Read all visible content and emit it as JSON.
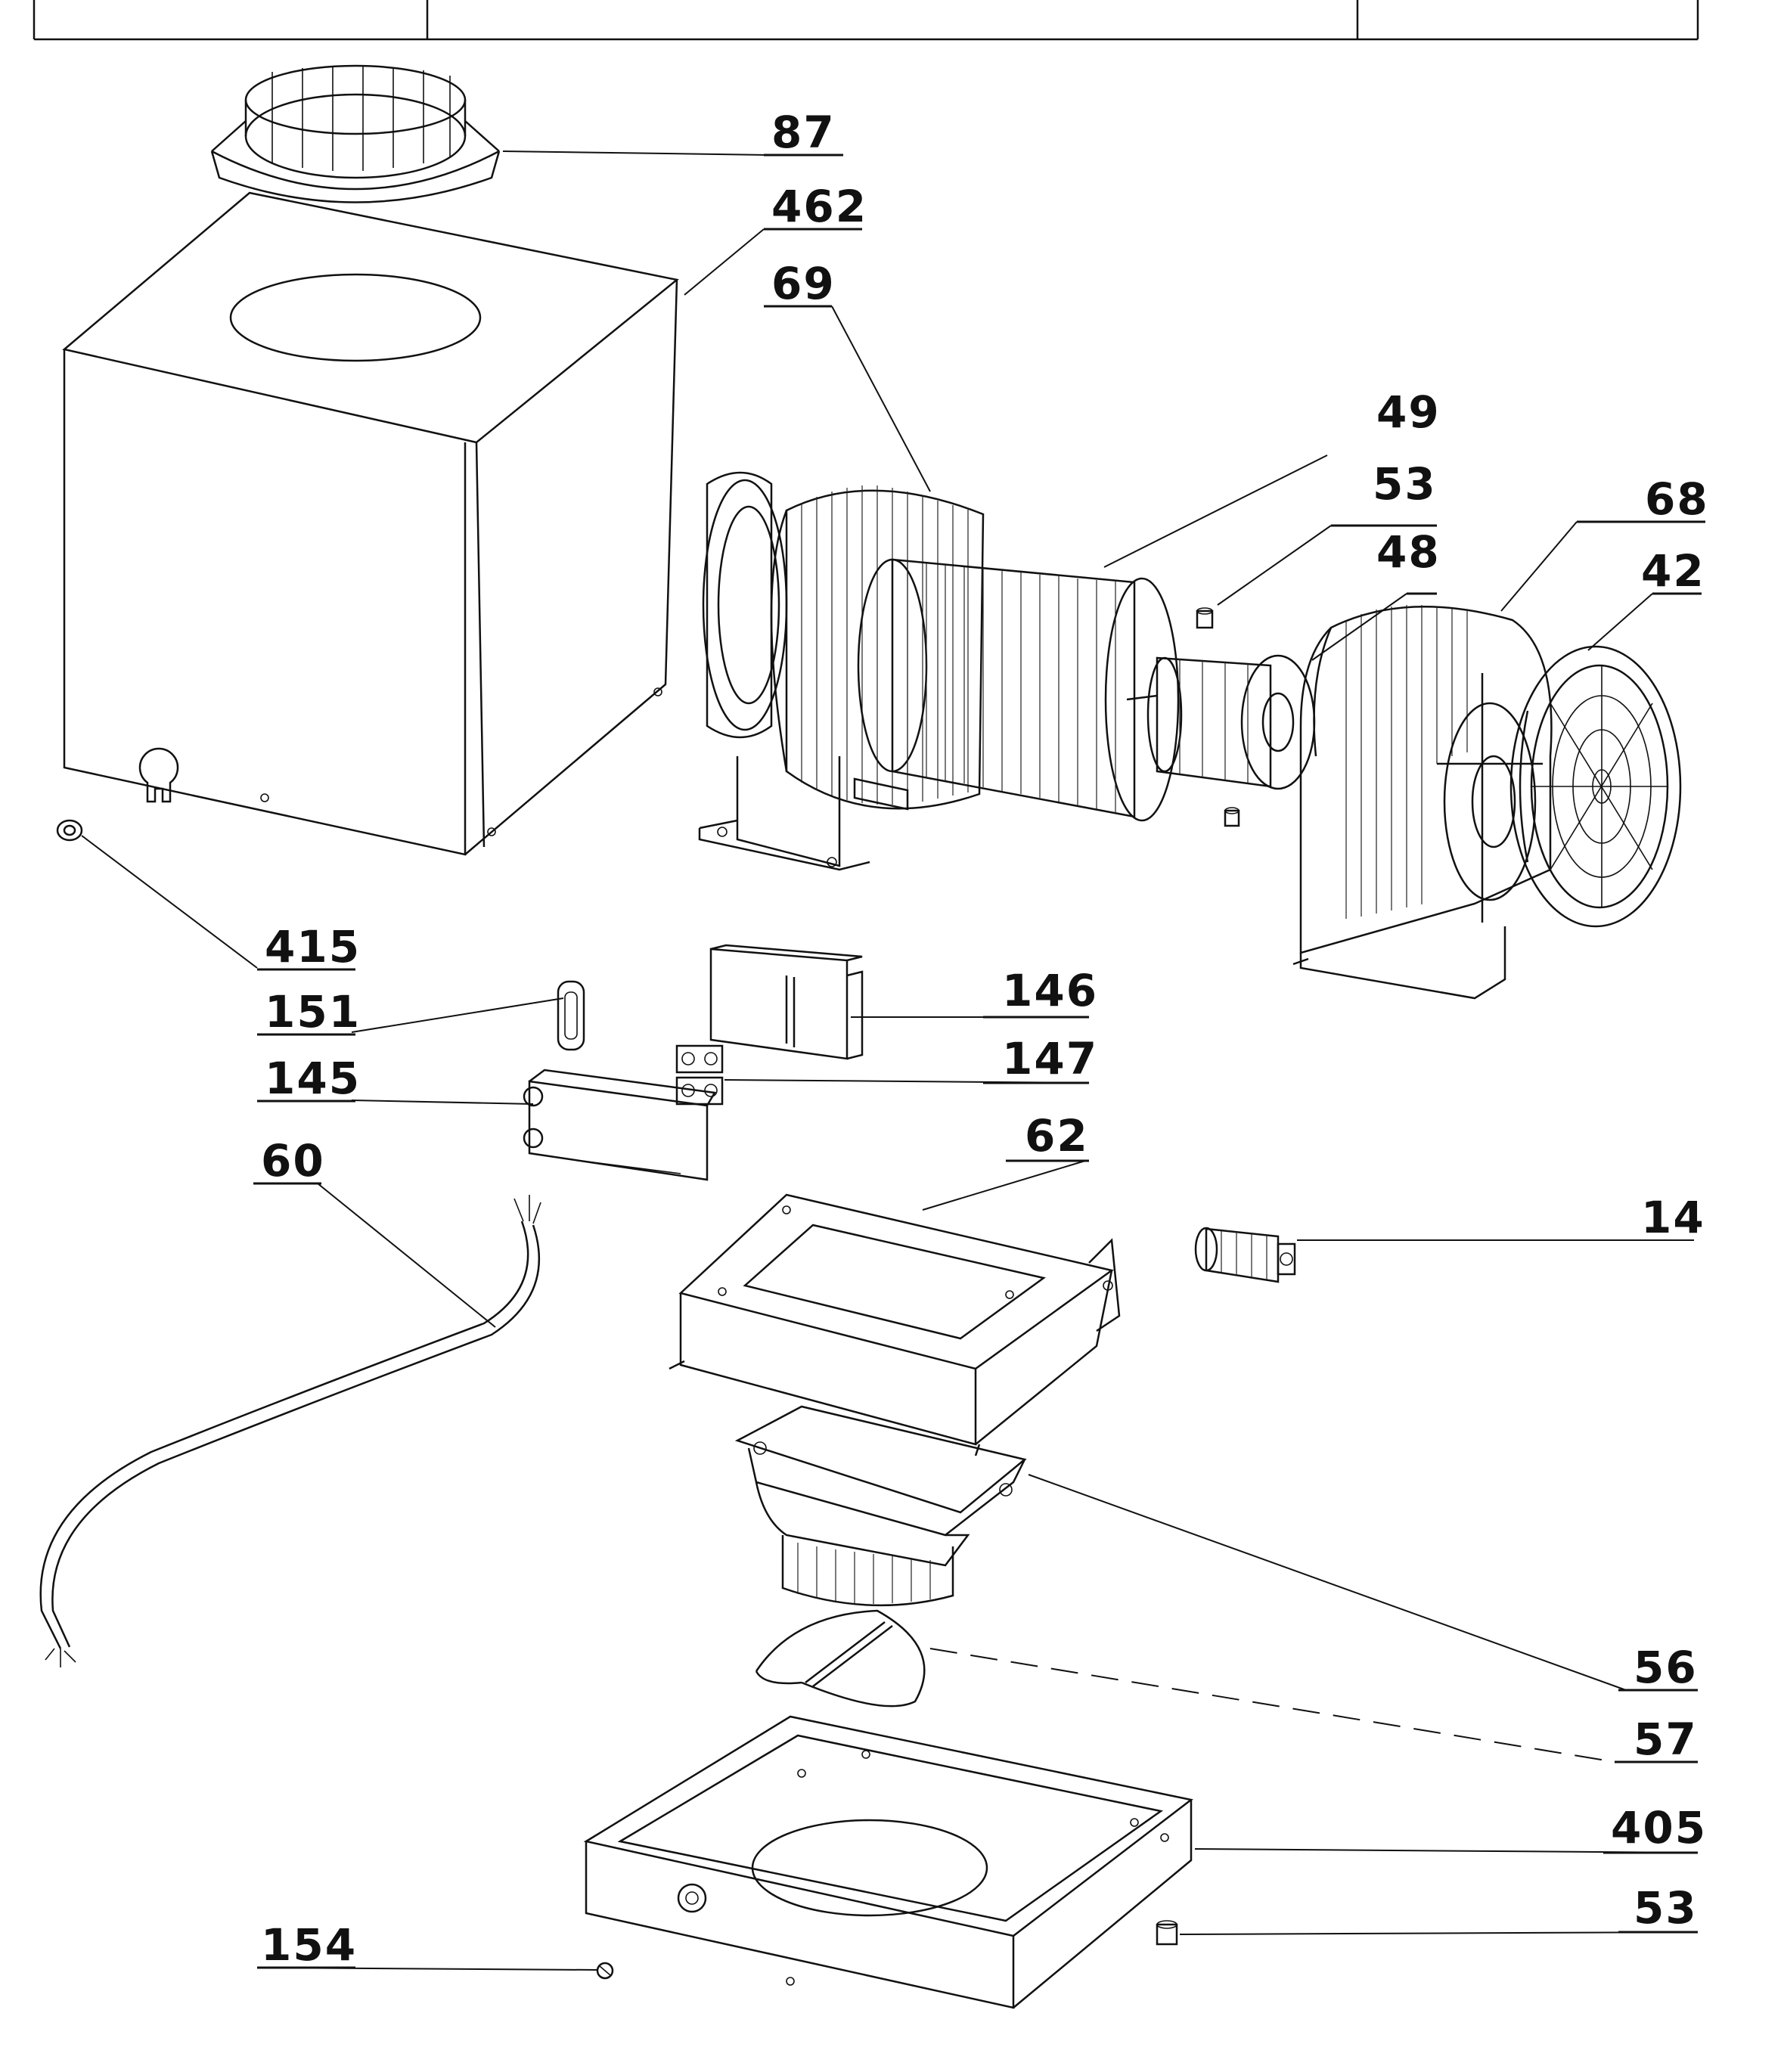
{
  "parts": [
    {
      "id": "label-87",
      "number": "87"
    },
    {
      "id": "label-462",
      "number": "462"
    },
    {
      "id": "label-69",
      "number": "69"
    },
    {
      "id": "label-49",
      "number": "49"
    },
    {
      "id": "label-53-top",
      "number": "53"
    },
    {
      "id": "label-68",
      "number": "68"
    },
    {
      "id": "label-48",
      "number": "48"
    },
    {
      "id": "label-42",
      "number": "42"
    },
    {
      "id": "label-415",
      "number": "415"
    },
    {
      "id": "label-151",
      "number": "151"
    },
    {
      "id": "label-146",
      "number": "146"
    },
    {
      "id": "label-147",
      "number": "147"
    },
    {
      "id": "label-145",
      "number": "145"
    },
    {
      "id": "label-62",
      "number": "62"
    },
    {
      "id": "label-60",
      "number": "60"
    },
    {
      "id": "label-14",
      "number": "14"
    },
    {
      "id": "label-56",
      "number": "56"
    },
    {
      "id": "label-57",
      "number": "57"
    },
    {
      "id": "label-405",
      "number": "405"
    },
    {
      "id": "label-53-bottom",
      "number": "53"
    },
    {
      "id": "label-154",
      "number": "154"
    }
  ]
}
